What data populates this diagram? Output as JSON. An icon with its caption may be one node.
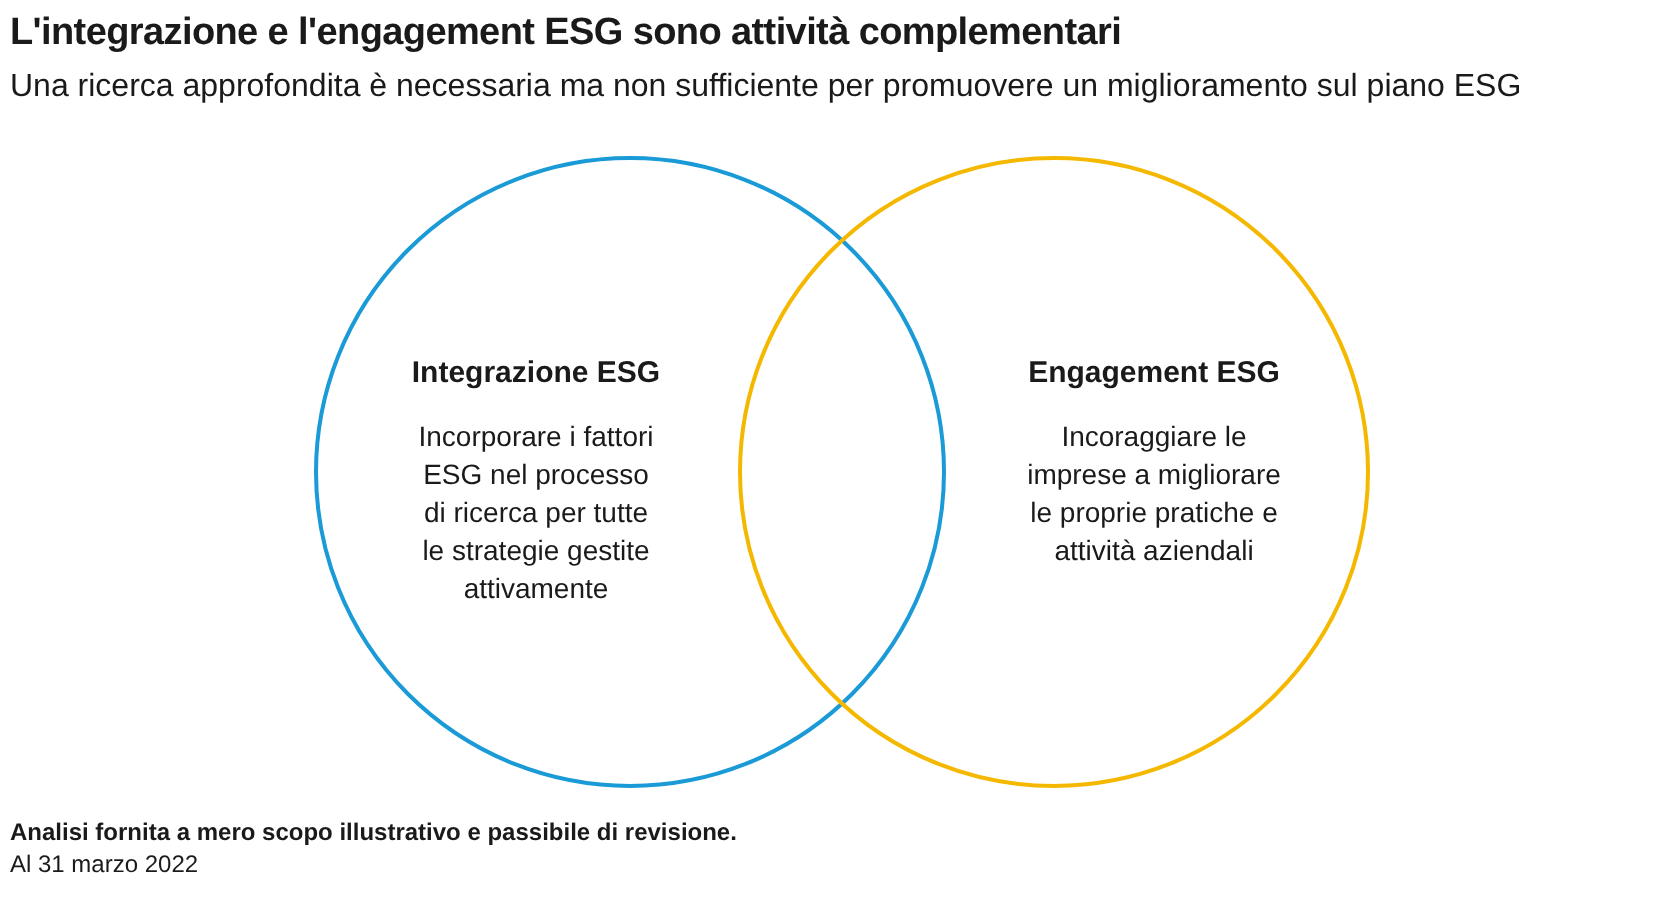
{
  "diagram": {
    "title": "L'integrazione e l'engagement ESG sono attività complementari",
    "nodes": [
      {
        "text": [
          "Integrazione ESG",
          "Incorporare i fattori ESG nel processo di ricerca per tutte le strategie gestite attivamente"
        ]
      },
      {
        "text": [
          "Engagement ESG",
          "Incoraggiare le imprese a migliorare le proprie pratiche e attività aziendali"
        ]
      }
    ],
    "labels": [
      "Una ricerca approfondita è necessaria ma non sufficiente per promuovere un miglioramento sul piano ESG",
      "Analisi fornita a mero scopo illustrativo e passibile di revisione.",
      "Al 31 marzo 2022"
    ]
  }
}
